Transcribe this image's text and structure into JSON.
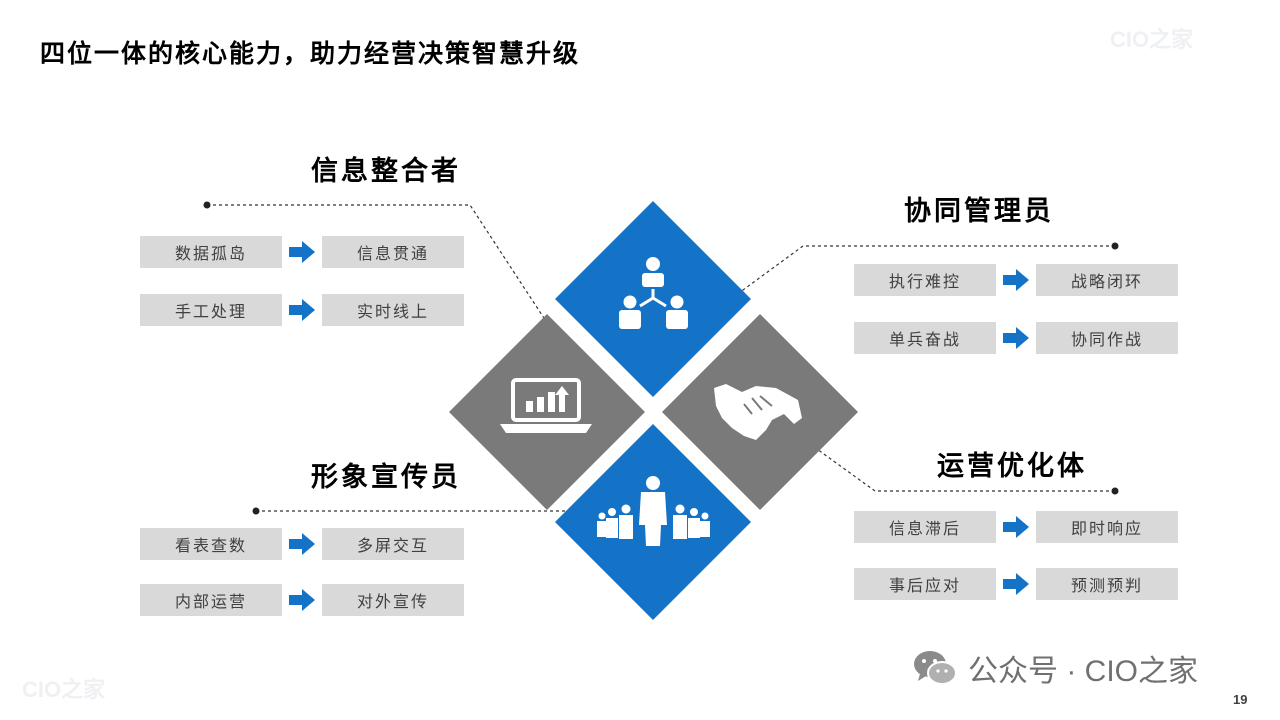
{
  "slide": {
    "title": "四位一体的核心能力，助力经营决策智慧升级",
    "page_number": "19",
    "watermark": "CIO之家"
  },
  "colors": {
    "blue": "#1473c7",
    "gray": "#7a7a7a",
    "pill": "#d9d9d9",
    "arrow": "#1473c7"
  },
  "roles": {
    "info_integrator": {
      "title": "信息整合者",
      "icon": "laptop-chart-icon",
      "rows": [
        {
          "from": "数据孤岛",
          "to": "信息贯通"
        },
        {
          "from": "手工处理",
          "to": "实时线上"
        }
      ]
    },
    "collab_manager": {
      "title": "协同管理员",
      "icon": "team-hierarchy-icon",
      "rows": [
        {
          "from": "执行难控",
          "to": "战略闭环"
        },
        {
          "from": "单兵奋战",
          "to": "协同作战"
        }
      ]
    },
    "image_promoter": {
      "title": "形象宣传员",
      "icon": "leader-crowd-icon",
      "rows": [
        {
          "from": "看表查数",
          "to": "多屏交互"
        },
        {
          "from": "内部运营",
          "to": "对外宣传"
        }
      ]
    },
    "ops_optimizer": {
      "title": "运营优化体",
      "icon": "handshake-icon",
      "rows": [
        {
          "from": "信息滞后",
          "to": "即时响应"
        },
        {
          "from": "事后应对",
          "to": "预测预判"
        }
      ]
    }
  },
  "footer": {
    "brand": "公众号 · CIO之家",
    "icon": "wechat-icon"
  }
}
